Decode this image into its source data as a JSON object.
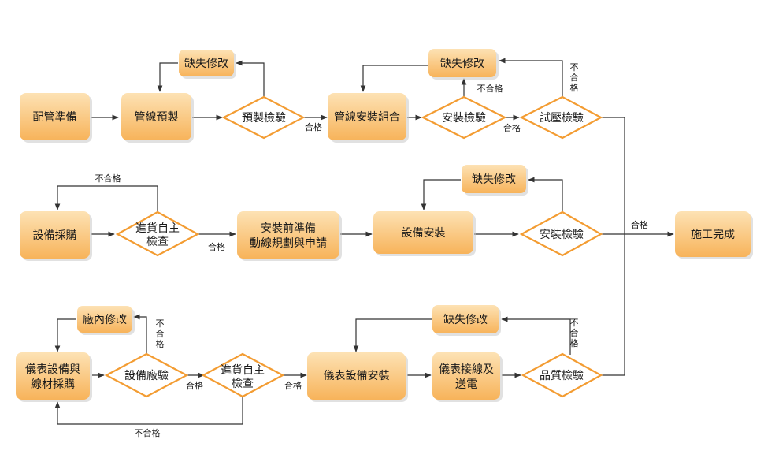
{
  "nodes": {
    "pipe_prep": "配管準備",
    "pipe_prefab": "管線預製",
    "prefab_inspect": "預製檢驗",
    "fix_1": "缺失修改",
    "pipe_assembly": "管線安裝組合",
    "install_inspect_1": "安裝檢驗",
    "fix_2": "缺失修改",
    "pressure_test": "試壓檢驗",
    "equip_purchase": "設備採購",
    "incoming_inspect_1": [
      "進貨自主",
      "檢查"
    ],
    "pre_install": [
      "安裝前準備",
      "動線規劃與申請"
    ],
    "equip_install": "設備安裝",
    "fix_3": "缺失修改",
    "install_inspect_2": "安裝檢驗",
    "complete": "施工完成",
    "instr_purchase": [
      "儀表設備與",
      "線材採購"
    ],
    "factory_fix": "廠內修改",
    "factory_inspect": "設備廠驗",
    "incoming_inspect_2": [
      "進貨自主",
      "檢查"
    ],
    "instr_install": "儀表設備安裝",
    "instr_wiring": [
      "儀表接線及",
      "送電"
    ],
    "fix_4": "缺失修改",
    "quality_inspect": "品質檢驗"
  },
  "edge_labels": {
    "pass": "合格",
    "fail": "不合格"
  },
  "colors": {
    "box_top": "#fde2b4",
    "box_bottom": "#f7b35a",
    "diamond_border": "#f39c32",
    "line": "#333333"
  }
}
